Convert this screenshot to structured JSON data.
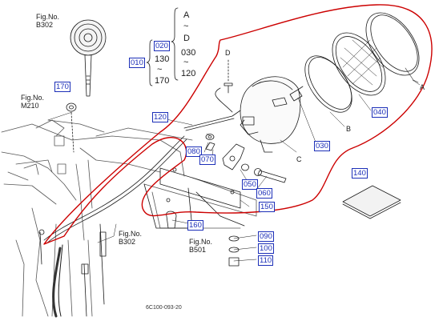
{
  "figure_refs": {
    "top_left": {
      "prefix": "Fig.No.",
      "code": "B302"
    },
    "left": {
      "prefix": "Fig.No.",
      "code": "M210"
    },
    "bottom_center": {
      "prefix": "Fig.No.",
      "code": "B302"
    },
    "bottom_right": {
      "prefix": "Fig.No.",
      "code": "B501"
    }
  },
  "bracket": {
    "left_col": [
      "A",
      "~",
      "D",
      "030",
      "~",
      "120"
    ],
    "mid_top": "020",
    "mid_130": "130",
    "mid_tilde": "~",
    "mid_170": "170",
    "side_010": "010"
  },
  "part_callouts": [
    "170",
    "120",
    "080",
    "070",
    "050",
    "060",
    "150",
    "160",
    "090",
    "100",
    "110",
    "030",
    "040",
    "140"
  ],
  "point_labels": [
    "A",
    "B",
    "C",
    "D"
  ],
  "drawing_code": "6C100-093-20",
  "colors": {
    "callout_blue": "#1c2fb8",
    "outline_red": "#cc0000",
    "line": "#1a1a1a"
  }
}
